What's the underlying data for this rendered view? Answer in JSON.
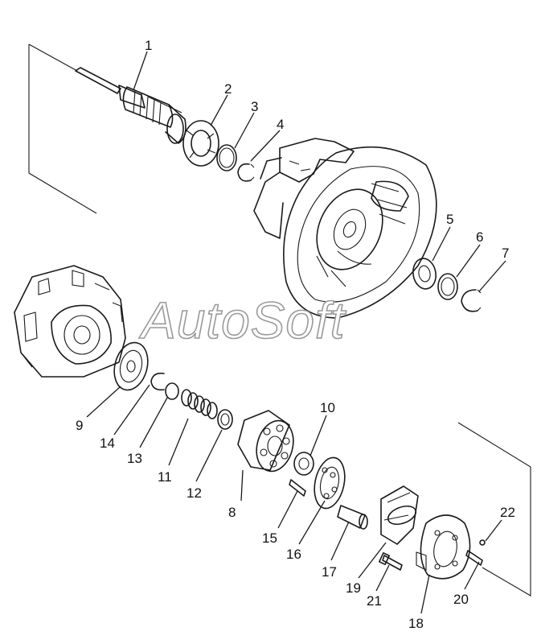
{
  "watermark": "AutoSoft",
  "parts": [
    {
      "label": "1"
    },
    {
      "label": "2"
    },
    {
      "label": "3"
    },
    {
      "label": "4"
    },
    {
      "label": "5"
    },
    {
      "label": "6"
    },
    {
      "label": "7"
    },
    {
      "label": "8"
    },
    {
      "label": "9"
    },
    {
      "label": "10"
    },
    {
      "label": "11"
    },
    {
      "label": "12"
    },
    {
      "label": "13"
    },
    {
      "label": "14"
    },
    {
      "label": "15"
    },
    {
      "label": "16"
    },
    {
      "label": "17"
    },
    {
      "label": "18"
    },
    {
      "label": "19"
    },
    {
      "label": "20"
    },
    {
      "label": "21"
    },
    {
      "label": "22"
    }
  ],
  "colors": {
    "line": "#1a1a1a",
    "watermark_outline": "#9a9a9a",
    "background": "#ffffff"
  }
}
